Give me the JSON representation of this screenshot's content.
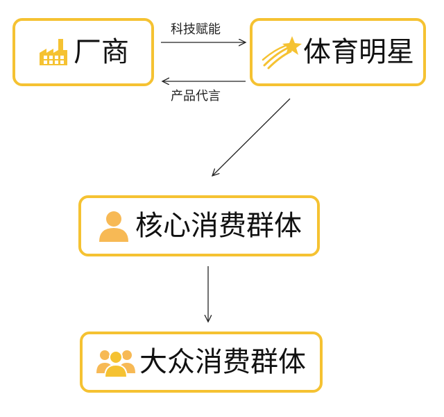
{
  "nodes": {
    "vendor": {
      "label": "厂商",
      "icon": "factory-icon"
    },
    "star": {
      "label": "体育明星",
      "icon": "shooting-star-icon"
    },
    "core": {
      "label": "核心消费群体",
      "icon": "person-icon"
    },
    "mass": {
      "label": "大众消费群体",
      "icon": "group-icon"
    }
  },
  "edges": {
    "vendor_to_star": {
      "label": "科技赋能"
    },
    "star_to_vendor": {
      "label": "产品代言"
    }
  },
  "colors": {
    "accent": "#f5c232",
    "arrow": "#222222",
    "text": "#111111"
  }
}
